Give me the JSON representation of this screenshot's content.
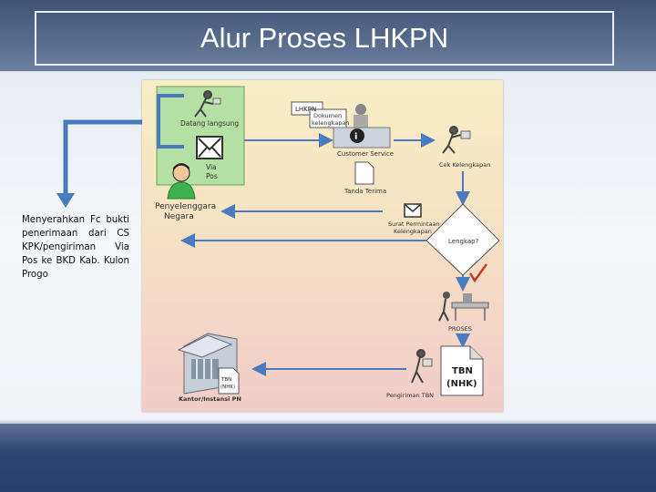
{
  "title": "Alur Proses LHKPN",
  "side_note": "Menyerahkan Fc bukti penerimaan dari CS KPK/pengiriman Via Pos ke BKD Kab. Kulon Progo",
  "diagram": {
    "datang_langsung": "Datang langsung",
    "via_pos_1": "Via",
    "via_pos_2": "Pos",
    "lhkpn_tag": "LHKPN",
    "dokumen_1": "Dokumen",
    "dokumen_2": "kelengkapan",
    "customer_service": "Customer Service",
    "cek_kelengkapan": "Cek Kelengkapan",
    "tanda_terima": "Tanda Terima",
    "penyelenggara_1": "Penyelenggara",
    "penyelenggara_2": "Negara",
    "surat_1": "Surat Permintaan",
    "surat_2": "Kelengkapan",
    "lengkap": "Lengkap?",
    "proses": "PROSES",
    "tbn_1": "TBN",
    "tbn_2": "(NHK)",
    "tbn_small_1": "TBN",
    "tbn_small_2": "(NHK)",
    "kantor": "Kantor/Instansi PN",
    "pengiriman": "Pengiriman TBN"
  }
}
